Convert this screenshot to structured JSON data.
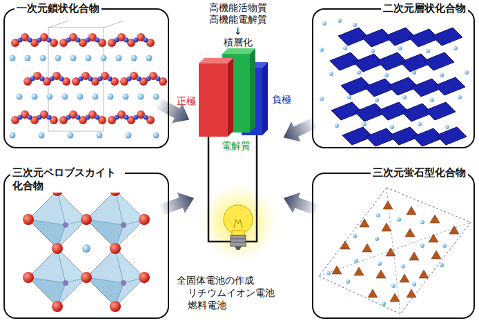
{
  "diagram": {
    "nodes": [
      {
        "text": [
          "一次元鎖状化合物"
        ]
      },
      {
        "text": [
          "二次元層状化合物"
        ]
      },
      {
        "text": [
          "三次元ペロブスカイト 化合物"
        ]
      },
      {
        "text": [
          "三次元蛍石型化合物"
        ]
      }
    ],
    "labels": [
      "高機能活物質",
      "高機能電解質",
      "↓",
      "積層化",
      "正極",
      "負極",
      "電解質",
      "全固体電池の作成",
      "リチウムイオン電池",
      "燃料電池"
    ]
  }
}
